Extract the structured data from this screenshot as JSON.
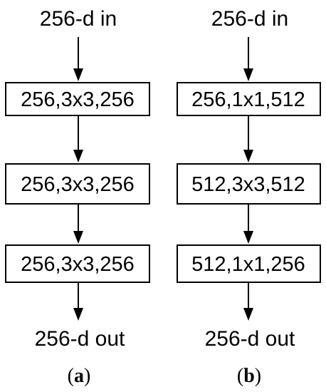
{
  "panels": [
    {
      "input_label": "256-d in",
      "blocks": [
        "256,3x3,256",
        "256,3x3,256",
        "256,3x3,256"
      ],
      "output_label": "256-d out",
      "caption": {
        "open": "(",
        "letter": "a",
        "close": ")"
      }
    },
    {
      "input_label": "256-d in",
      "blocks": [
        "256,1x1,512",
        "512,3x3,512",
        "512,1x1,256"
      ],
      "output_label": "256-d out",
      "caption": {
        "open": "(",
        "letter": "b",
        "close": ")"
      }
    }
  ]
}
